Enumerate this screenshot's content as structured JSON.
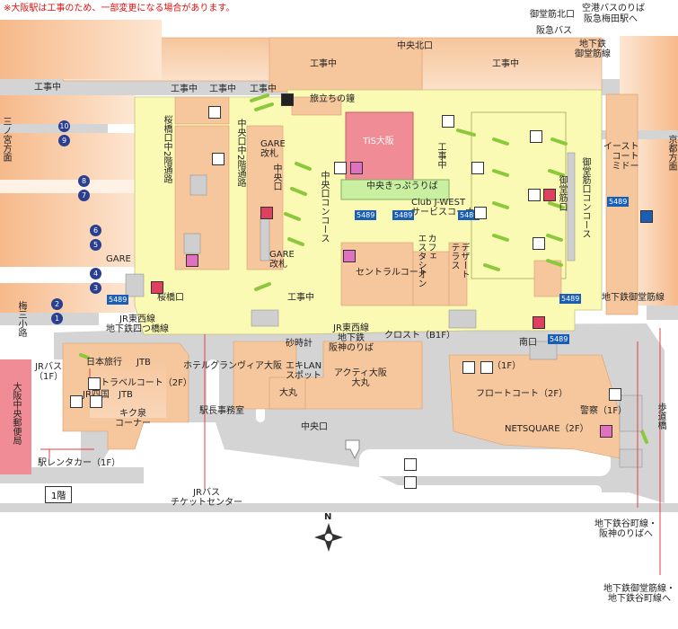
{
  "notice": "※大阪駅は工事のため、一部変更になる場合があります。",
  "floor": "1階",
  "compass": "N",
  "labels": {
    "kuko_bus": "空港バスのりば",
    "hankyu_umeda": "阪急梅田駅へ",
    "midosuji_north": "御堂筋北口",
    "hankyu_bus": "阪急バス",
    "subway_midosuji": "地下鉄\n御堂筋線",
    "chuo_north": "中央北口",
    "kouji": "工事中",
    "tabidachi": "旅立ちの鐘",
    "tis": "TiS大阪",
    "sakurabashi_2f": "桜橋口中2階通路",
    "chuo_2f": "中央口中2階通路",
    "gare_kaisatsu": "GARE\n改札",
    "chuo_guchi": "中央口",
    "chuo_concourse": "中央口コンコース",
    "chuo_kippu": "中央きっぷうりば",
    "club_jwest": "Club J-WEST\nサービスコーナー",
    "east_court": "イースト\nコート\nミドー",
    "kyoto_dir": "京都方面",
    "sannomiya_dir": "三ノ宮方面",
    "umeda_sanshoji": "梅三小路",
    "midosuji_guchi": "御堂筋口",
    "midosuji_concourse": "御堂筋口コンコース",
    "cafe": "カフェ\nエスタシオン",
    "dessert": "デザート\nテラス",
    "central_court": "セントラルコート",
    "sakurabashi_guchi": "桜橋口",
    "jr_tozai": "JR東西線\n地下鉄四つ橋線",
    "jr_tozai2": "JR東西線\n地下鉄\n阪神のりば",
    "sand_clock": "砂時計",
    "eki_lan": "エキLAN\nスポット",
    "crost": "クロスト（B1F）",
    "minami_guchi": "南口",
    "subway_midosuji_b": "地下鉄御堂筋線",
    "hotel_granvia": "ホテルグランヴィア大阪",
    "daimaru": "大丸",
    "acty": "アクティ大阪\n大丸",
    "ekicho": "駅長事務室",
    "chuo_guchi2": "中央口",
    "nihon_ryoko": "日本旅行",
    "jtb": "JTB",
    "travel_court": "トラベルコート（2F）",
    "jr_shikoku": "JR四国",
    "kikuyado": "キク泉\nコーナー",
    "jr_bus_1f": "JRバス\n（1F）",
    "rentacar": "駅レンタカー（1F）",
    "jr_bus_ticket": "JRバス\nチケットセンター",
    "post_office": "大阪中央郵便局",
    "float_court": "フロートコート（2F）",
    "netsquare": "NETSQUARE（2F）",
    "police": "警察（1F）",
    "walkway": "歩道橋",
    "one_f": "（1F）",
    "tanimachi": "地下鉄谷町線・\n阪神のりばへ",
    "midosuji_tanimachi": "地下鉄御堂筋線・\n地下鉄谷町線へ",
    "gare": "GARE",
    "gare_kaisatsu2": "GARE\n改札",
    "midosuji_kaisatsu": "御堂筋口"
  },
  "exit_code": "5489",
  "numbered_exits": [
    "10",
    "9",
    "8",
    "7",
    "6",
    "5",
    "4",
    "3",
    "2",
    "1"
  ],
  "colors": {
    "station_yellow": "#fafab4",
    "building_orange": "#f6c69c",
    "tis_pink": "#f08c96",
    "post_red": "#f08c96",
    "road_gray": "#d2d2d2",
    "stair_green": "#8cc83c",
    "subway_blue": "#1a5fb4",
    "notice_red": "#e01010"
  }
}
